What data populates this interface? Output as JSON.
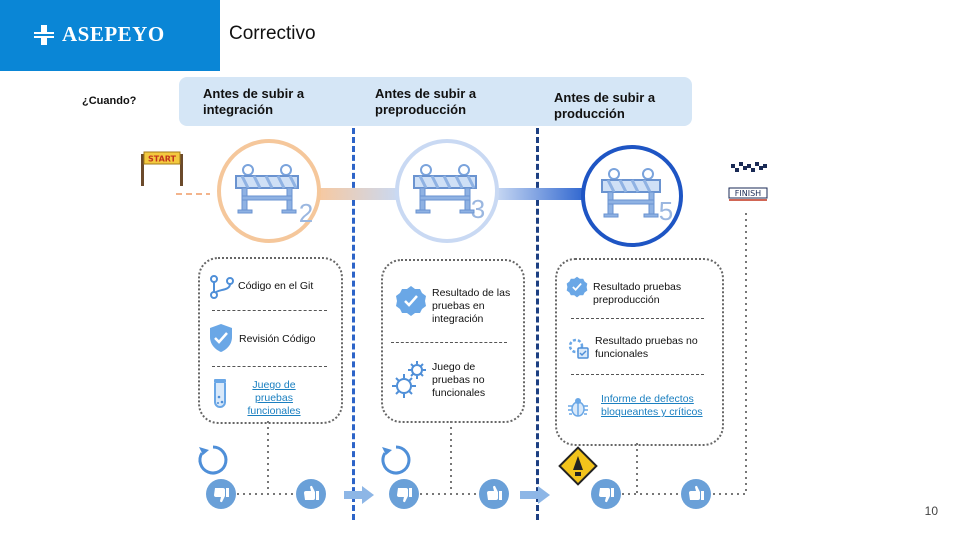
{
  "brand": {
    "name": "ASEPEYO",
    "color": "#0a86d6"
  },
  "slide": {
    "title": "Correctivo",
    "page_number": "10"
  },
  "when_label": "¿Cuando?",
  "flags": {
    "start": "START",
    "finish": "FINISH"
  },
  "stages": [
    {
      "heading": "Antes de subir a integración",
      "gate_number": "2",
      "ring_color": "#f5c79b",
      "items": [
        {
          "icon": "git-branch-icon",
          "text": "Código en el Git",
          "link": false
        },
        {
          "icon": "shield-check-icon",
          "text": "Revisión Código",
          "link": false
        },
        {
          "icon": "test-tube-icon",
          "text": "Juego de pruebas funcionales",
          "link": true
        }
      ]
    },
    {
      "heading": "Antes de subir a preproducción",
      "gate_number": "3",
      "ring_color": "#c9d9f3",
      "items": [
        {
          "icon": "verified-badge-icon",
          "text": "Resultado de las pruebas en integración",
          "link": false
        },
        {
          "icon": "gears-icon",
          "text": "Juego de pruebas no funcionales",
          "link": false
        }
      ]
    },
    {
      "heading": "Antes de subir a producción",
      "gate_number": "5",
      "ring_color": "#1e55c4",
      "items": [
        {
          "icon": "verified-badge-icon",
          "text": "Resultado pruebas preproducción",
          "link": false
        },
        {
          "icon": "gear-report-icon",
          "text": "Resultado pruebas no funcionales",
          "link": false
        },
        {
          "icon": "bug-icon",
          "text": "Informe de defectos bloqueantes y críticos",
          "link": true
        }
      ]
    }
  ],
  "colors": {
    "thumb": "#6aa0d8",
    "divider": "#2d64c8",
    "divider_dark": "#1c3f82",
    "header_bar": "#d5e6f6"
  }
}
